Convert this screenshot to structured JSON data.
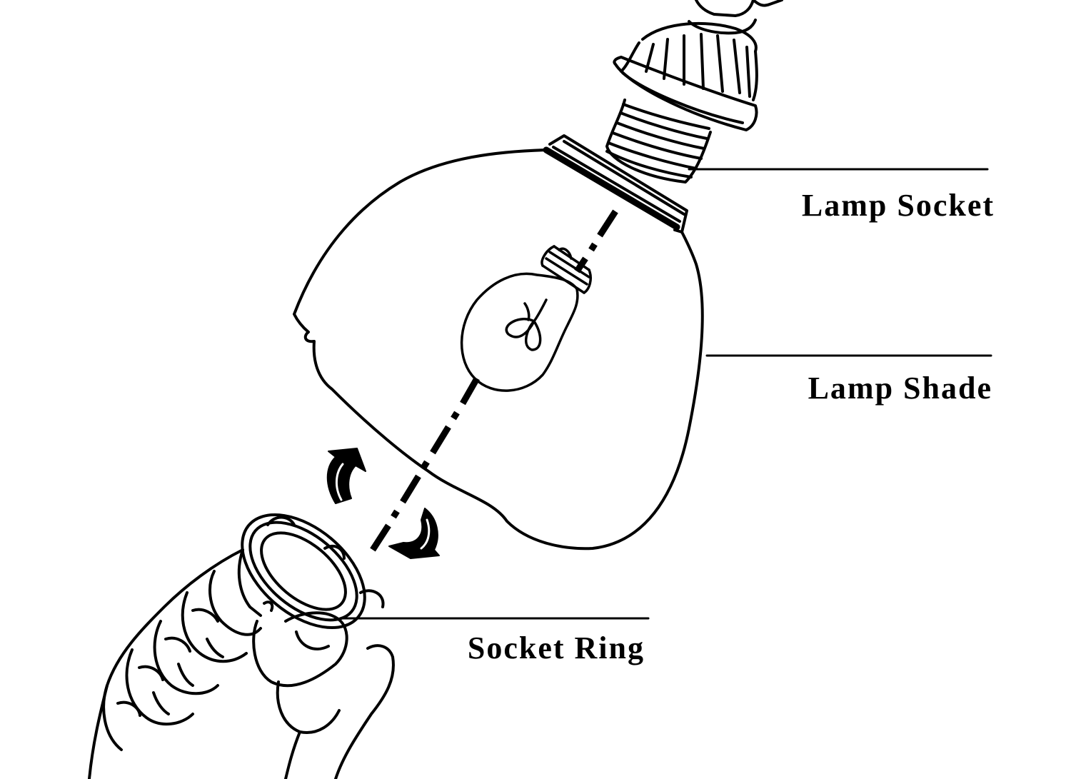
{
  "labels": {
    "lamp_socket": "Lamp Socket",
    "lamp_shade": "Lamp Shade",
    "socket_ring": "Socket Ring"
  },
  "icons": {
    "socket": "lamp-socket-icon",
    "shade": "lamp-shade-icon",
    "bulb": "light-bulb-icon",
    "ring": "socket-ring-icon",
    "hand": "hand-icon",
    "rotate_arrows": "rotate-arrows-icon"
  },
  "colors": {
    "ink": "#000000",
    "background": "#ffffff"
  }
}
